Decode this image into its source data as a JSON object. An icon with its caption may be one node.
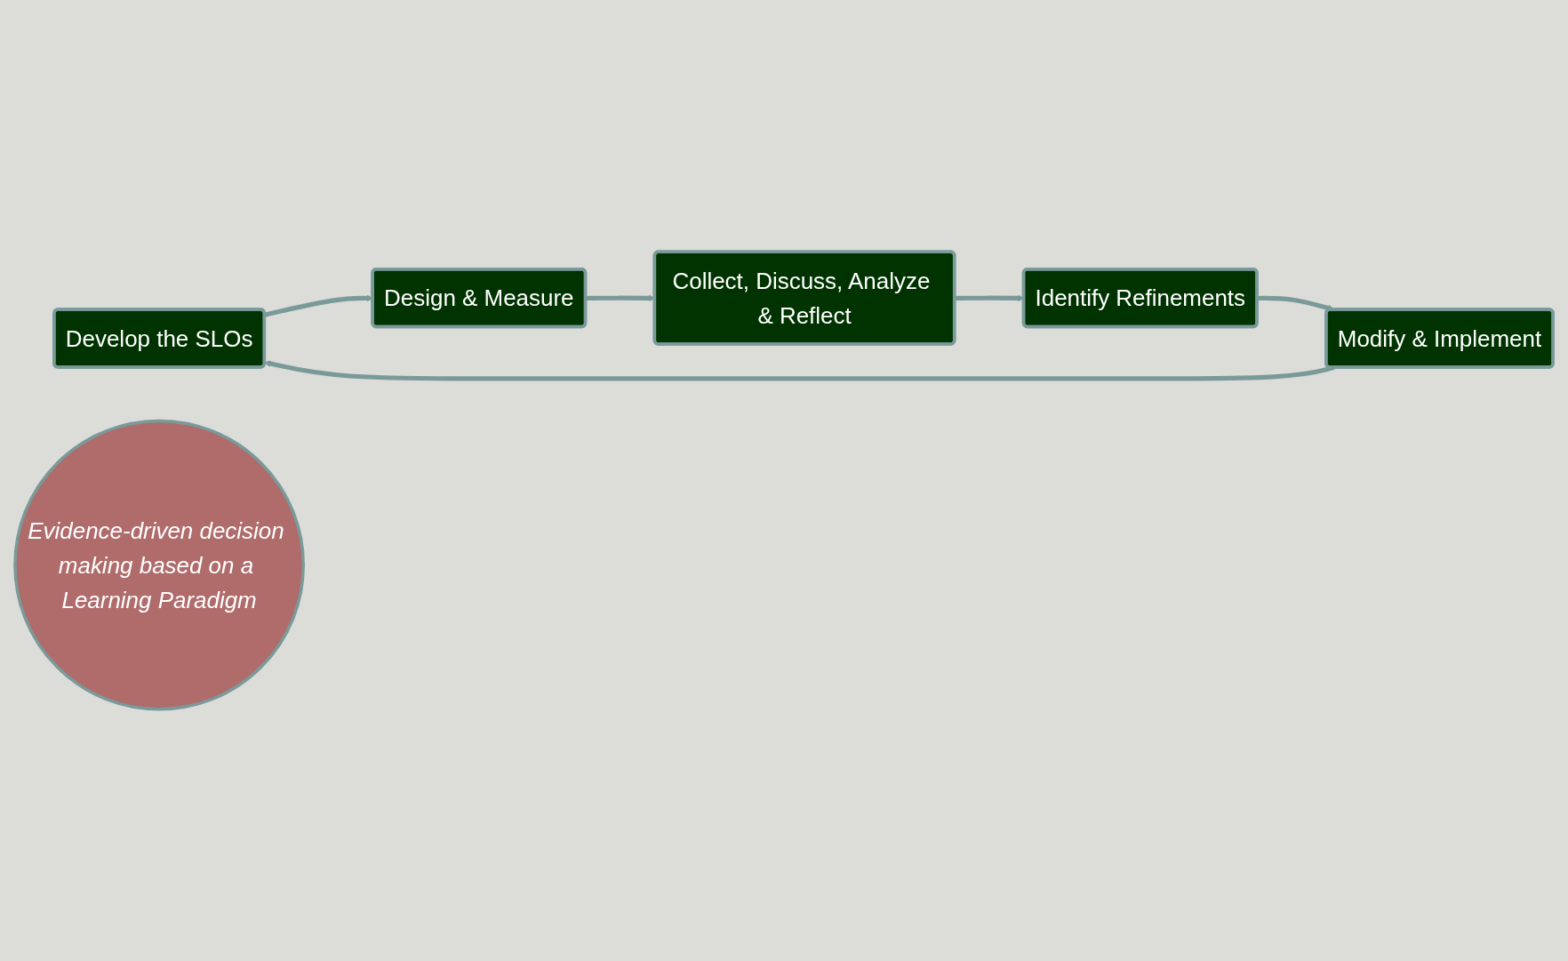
{
  "diagram": {
    "nodes": [
      {
        "text": [
          "Develop the SLOs"
        ]
      },
      {
        "text": [
          "Design & Measure"
        ]
      },
      {
        "text": [
          "Collect, Discuss, Analyze & Reflect"
        ]
      },
      {
        "text": [
          "Identify Refinements"
        ]
      },
      {
        "text": [
          "Modify & Implement"
        ]
      },
      {
        "text": [
          "Evidence-driven decision making based on a Learning Paradigm"
        ]
      }
    ],
    "edges": [
      {
        "from": 0,
        "to": 1,
        "arrow": "to"
      },
      {
        "from": 1,
        "to": 2,
        "arrow": "to"
      },
      {
        "from": 2,
        "to": 3,
        "arrow": "to"
      },
      {
        "from": 3,
        "to": 4,
        "arrow": "to"
      },
      {
        "from": 4,
        "to": 0,
        "arrow": "to"
      }
    ]
  }
}
